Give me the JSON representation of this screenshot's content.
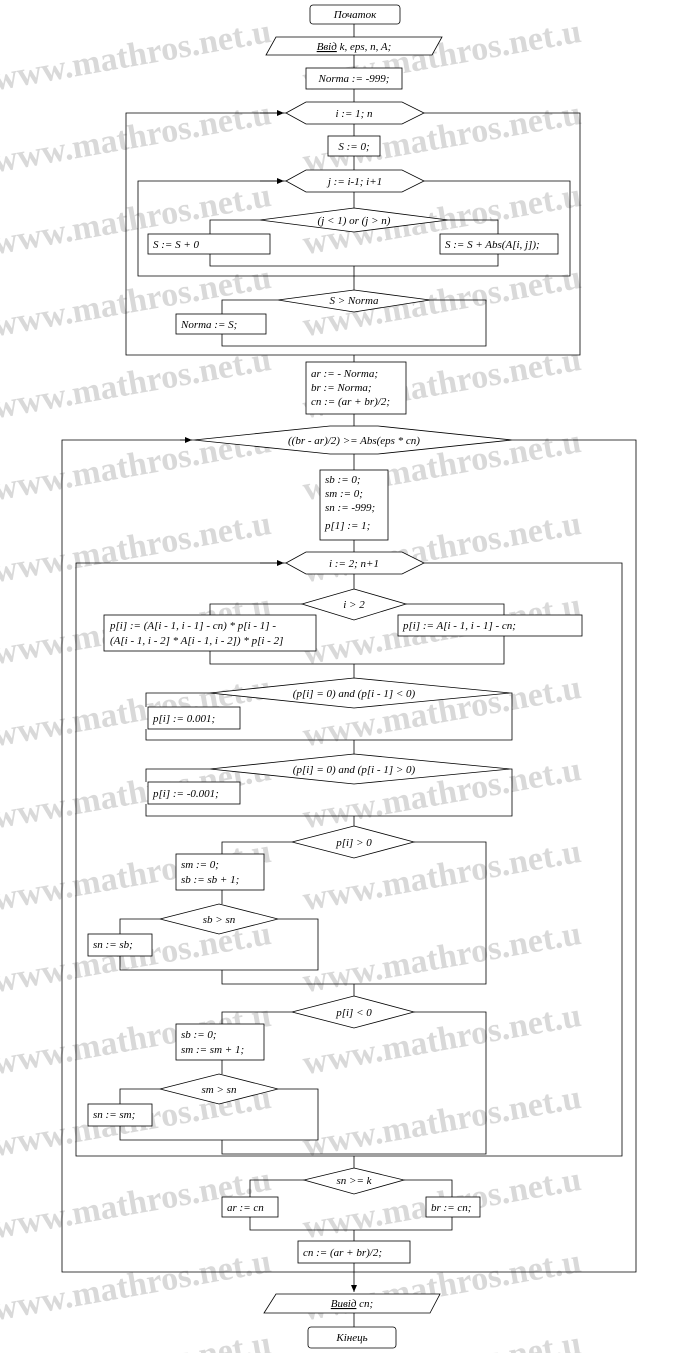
{
  "watermark": "www.mathros.net.u",
  "start": "Початок",
  "input": {
    "keyword": "Ввід",
    "rest": " k, eps, n, A;"
  },
  "norma_init": "Norma := -999;",
  "loop_i": "i := 1; n",
  "s_init": "S := 0;",
  "loop_j": "j := i-1; i+1",
  "cond_j": "(j < 1) or (j > n)",
  "s_add0": "S := S + 0",
  "s_add": "S := S + Abs(A[i, j]);",
  "cond_norma": "S > Norma",
  "norma_set": "Norma := S;",
  "init_block": [
    "ar := - Norma;",
    "br := Norma;",
    "cn := (ar + br)/2;"
  ],
  "while_cond": "((br - ar)/2) >= Abs(eps * cn)",
  "init2_block": [
    "sb := 0;",
    "sm := 0;",
    "sn := -999;",
    "p[1] := 1;"
  ],
  "loop_i2": "i := 2; n+1",
  "cond_i2": "i > 2",
  "p_full": [
    "p[i] := (A[i - 1, i - 1] - cn) * p[i - 1] -",
    "(A[i - 1, i - 2] * A[i - 1, i - 2]) * p[i - 2]"
  ],
  "p_simple": "p[i] := A[i - 1, i - 1] - cn;",
  "cond_p_neg": "(p[i] = 0) and (p[i - 1] < 0)",
  "p_pos_eps": "p[i] := 0.001;",
  "cond_p_pos": "(p[i] = 0) and (p[i - 1] > 0)",
  "p_neg_eps": "p[i] := -0.001;",
  "cond_gt0": "p[i] > 0",
  "gt0_block": [
    "sm := 0;",
    "sb := sb + 1;"
  ],
  "cond_sb": "sb > sn",
  "sn_sb": "sn := sb;",
  "cond_lt0": "p[i] < 0",
  "lt0_block": [
    "sb := 0;",
    "sm := sm + 1;"
  ],
  "cond_sm": "sm > sn",
  "sn_sm": "sn := sm;",
  "cond_k": "sn >= k",
  "ar_cn": "ar := cn",
  "br_cn": "br := cn;",
  "cn_update": "cn := (ar + br)/2;",
  "output": {
    "keyword": "Вивід",
    "rest": " cn;"
  },
  "end": "Кінець"
}
